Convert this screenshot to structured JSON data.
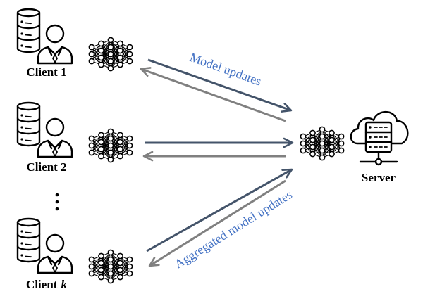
{
  "clients": [
    {
      "label": "Client 1"
    },
    {
      "label": "Client 2"
    },
    {
      "label_prefix": "Client",
      "label_var": "k"
    }
  ],
  "server": {
    "label": "Server"
  },
  "edge_labels": {
    "upload": "Model updates",
    "download": "Aggregated model updates"
  },
  "colors": {
    "upload_arrow": "#44546a",
    "download_arrow": "#808080",
    "edge_label": "#4472c4"
  },
  "icons": {
    "client_data": "database-icon",
    "client_user": "person-icon",
    "local_model": "neural-network-icon",
    "global_model": "neural-network-icon",
    "server": "cloud-server-icon",
    "more_clients": "vertical-ellipsis-icon"
  }
}
